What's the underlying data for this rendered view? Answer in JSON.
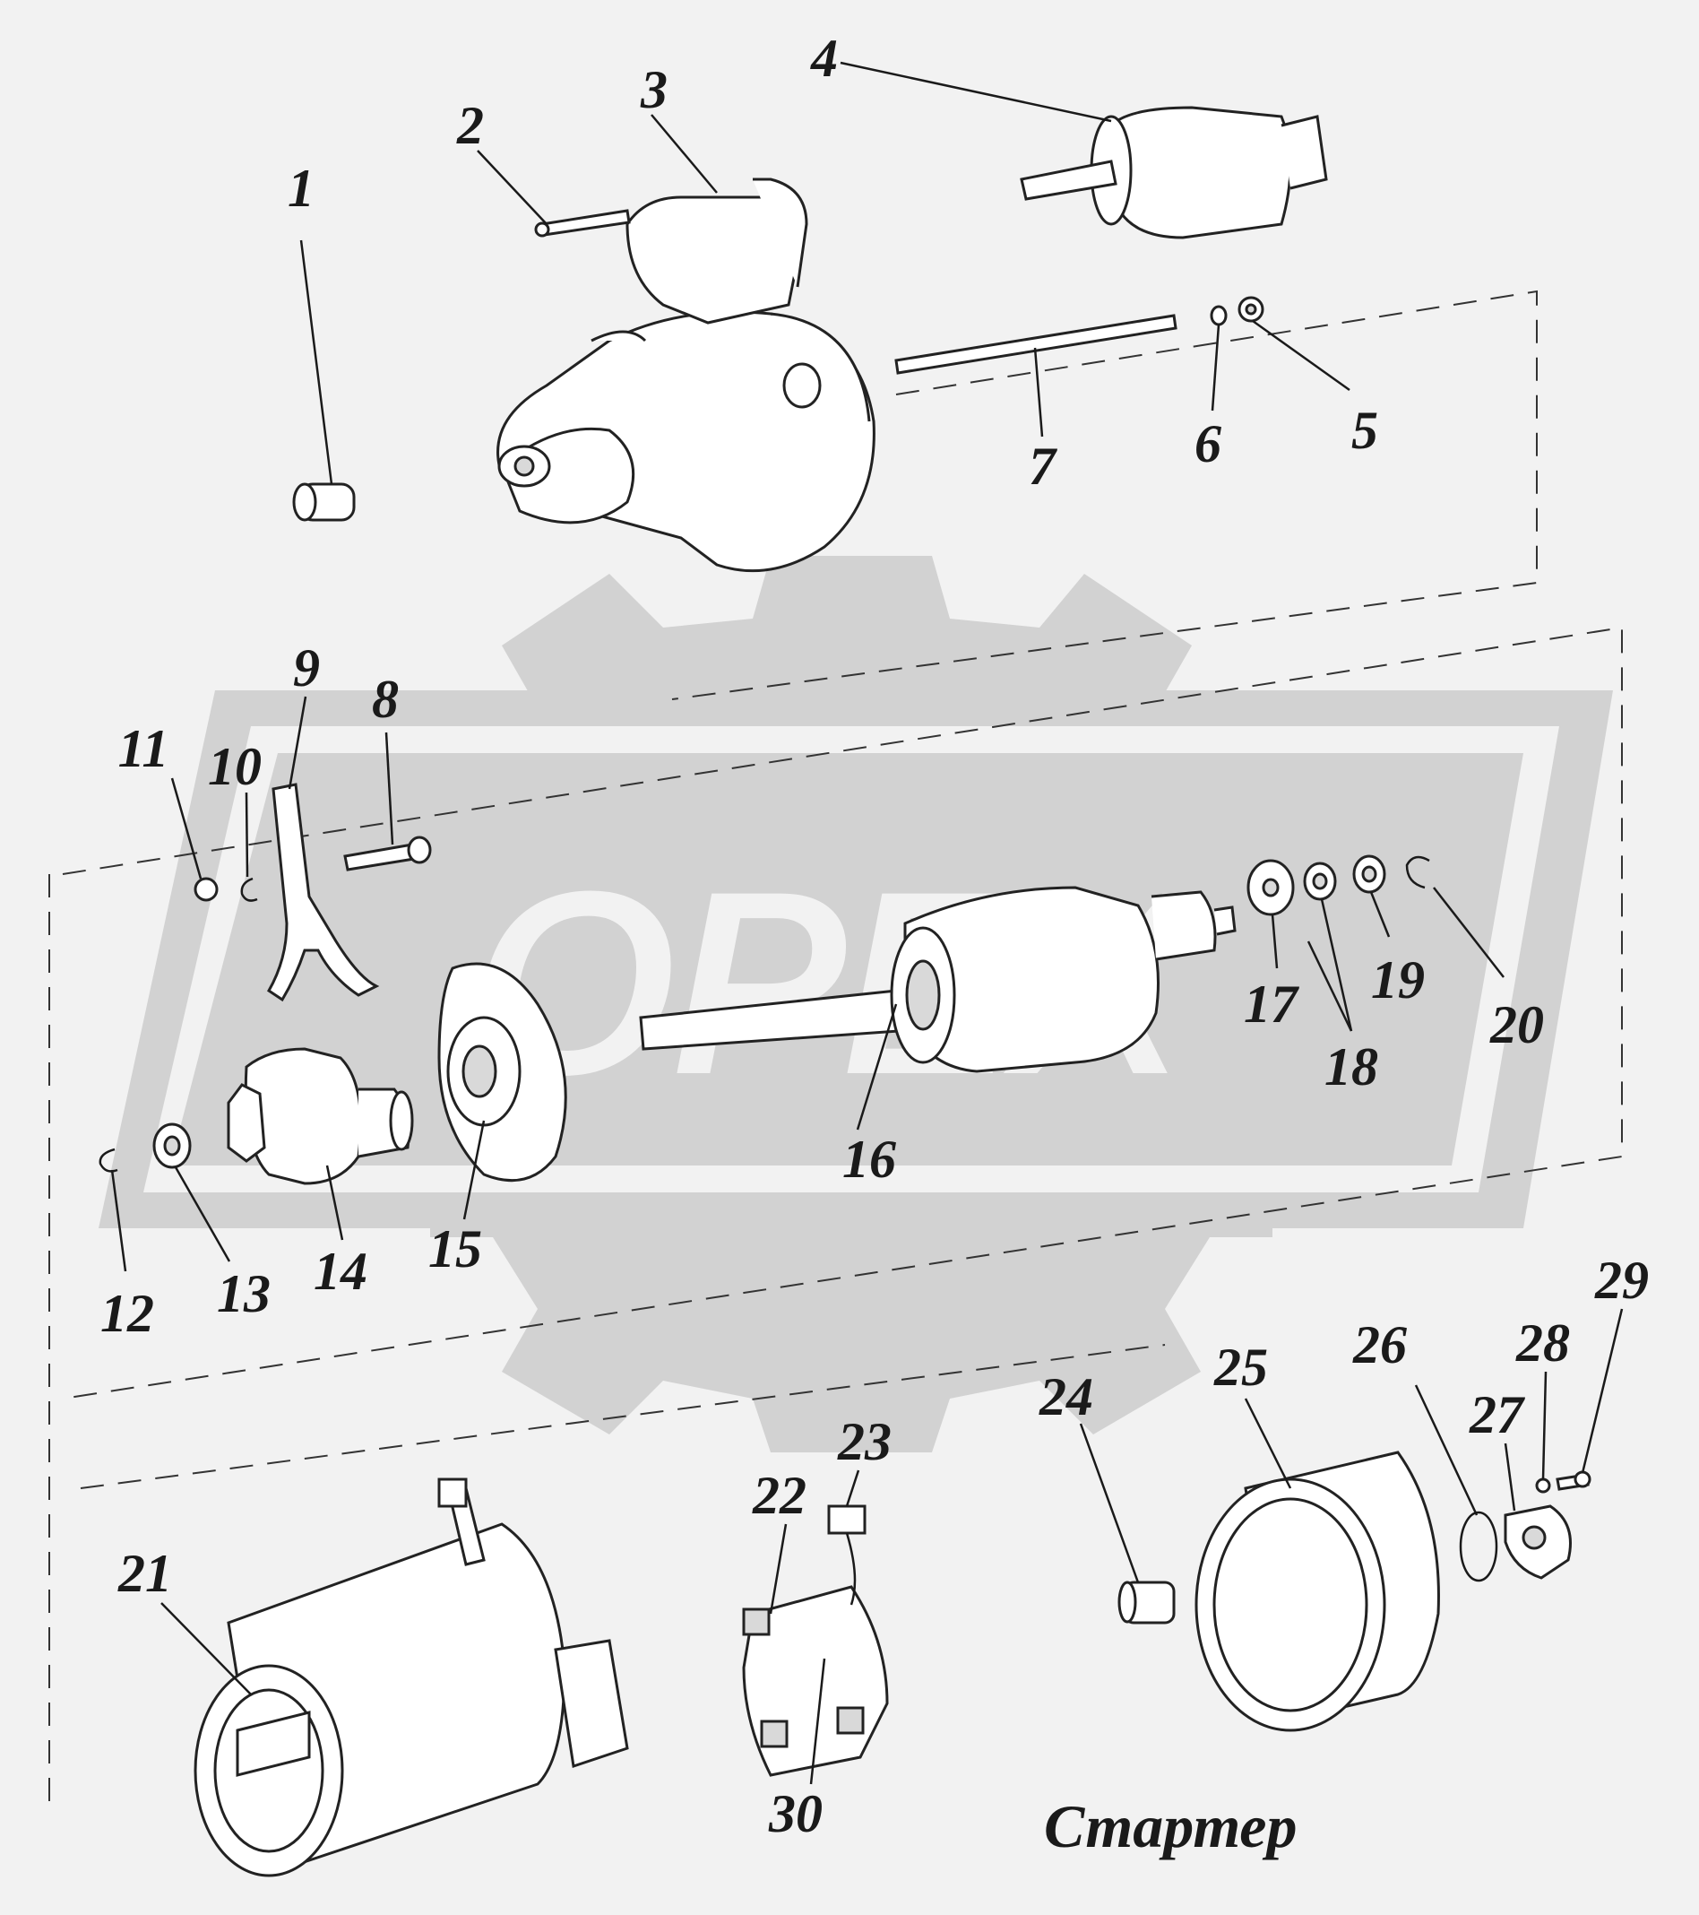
{
  "caption": "Стартер",
  "watermark": {
    "text": "ОРЕХ",
    "color": "#d2d2d2"
  },
  "callouts": [
    "1",
    "2",
    "3",
    "4",
    "5",
    "6",
    "7",
    "8",
    "9",
    "10",
    "11",
    "12",
    "13",
    "14",
    "15",
    "16",
    "17",
    "18",
    "19",
    "20",
    "21",
    "22",
    "23",
    "24",
    "25",
    "26",
    "27",
    "28",
    "29",
    "30"
  ]
}
